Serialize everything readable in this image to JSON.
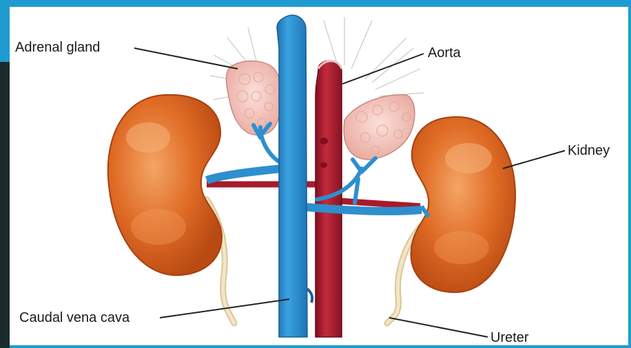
{
  "labels": {
    "adrenal_gland": "Adrenal gland",
    "aorta": "Aorta",
    "kidney": "Kidney",
    "caudal_vena_cava": "Caudal vena cava",
    "ureter": "Ureter"
  },
  "colors": {
    "frame_border": "#1f9bd0",
    "left_dark_panel": "#1b2a2a",
    "kidney_fill": "#d9621e",
    "kidney_highlight": "#f1a062",
    "vena_cava": "#2e93d1",
    "aorta": "#b01c2e",
    "adrenal_gland": "#f3c4bc",
    "ureter": "#ecdcb4",
    "leader_line": "#222222"
  }
}
